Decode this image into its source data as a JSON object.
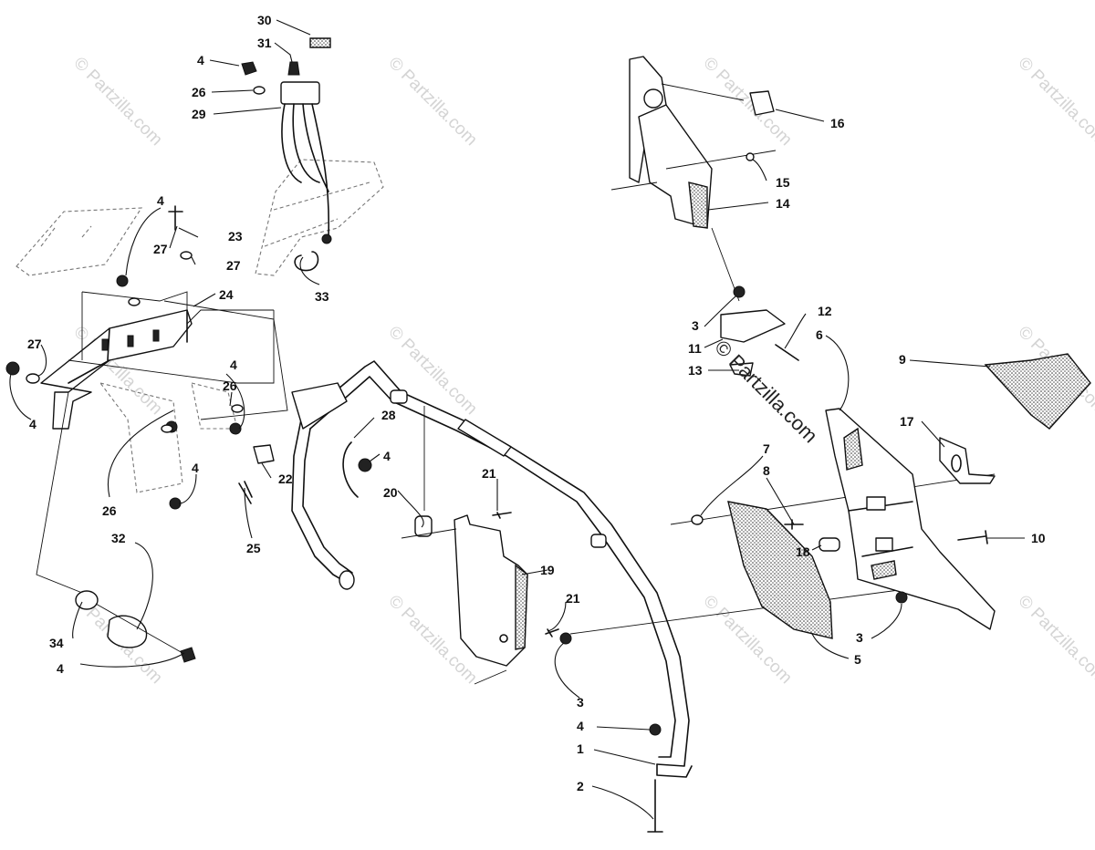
{
  "watermark": {
    "text": "© Partzilla.com",
    "main_text": "© Partzilla.com"
  },
  "callouts": {
    "c1": "1",
    "c2": "2",
    "c3a": "3",
    "c3b": "3",
    "c3c": "3",
    "c4a": "4",
    "c4b": "4",
    "c4c": "4",
    "c4d": "4",
    "c4e": "4",
    "c4f": "4",
    "c4g": "4",
    "c4h": "4",
    "c5": "5",
    "c6": "6",
    "c7": "7",
    "c8": "8",
    "c9": "9",
    "c10": "10",
    "c11": "11",
    "c12": "12",
    "c13": "13",
    "c14": "14",
    "c15": "15",
    "c16": "16",
    "c17": "17",
    "c18": "18",
    "c19": "19",
    "c20": "20",
    "c21a": "21",
    "c21b": "21",
    "c22": "22",
    "c23": "23",
    "c24": "24",
    "c25": "25",
    "c26a": "26",
    "c26b": "26",
    "c26c": "26",
    "c27a": "27",
    "c27b": "27",
    "c27c": "27",
    "c28": "28",
    "c29": "29",
    "c30": "30",
    "c31": "31",
    "c32": "32",
    "c33": "33",
    "c34": "34"
  }
}
